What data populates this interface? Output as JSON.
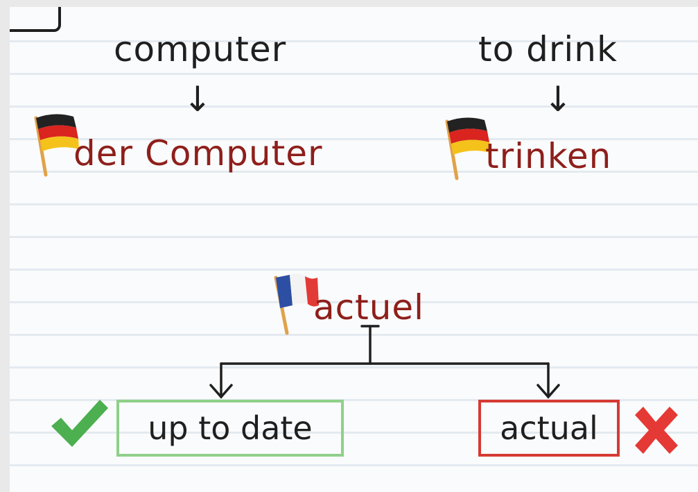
{
  "examples": [
    {
      "english": "computer",
      "german": "der Computer",
      "flag_icon": "german-flag-icon"
    },
    {
      "english": "to drink",
      "german": "trinken",
      "flag_icon": "german-flag-icon"
    }
  ],
  "false_friend": {
    "french": "actuel",
    "flag_icon": "french-flag-icon",
    "correct": "up to date",
    "wrong": "actual",
    "correct_icon": "checkmark-icon",
    "wrong_icon": "cross-icon"
  },
  "colors": {
    "target_word": "#8e1f1b",
    "correct": "#4caf50",
    "wrong": "#e53935",
    "paper_lines": "#e3eaf0"
  }
}
